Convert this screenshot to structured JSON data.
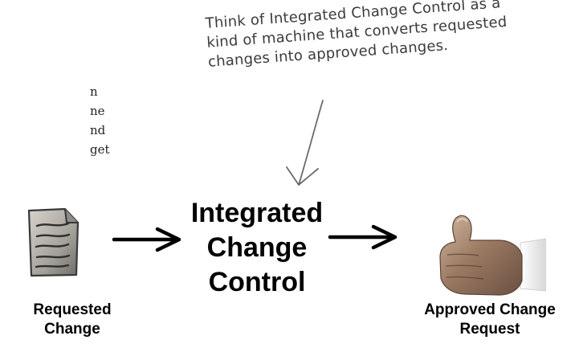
{
  "body_fragment": {
    "lines": [
      "n",
      "ne",
      "nd",
      "get"
    ]
  },
  "annotation": {
    "lines": [
      "Think of Integrated Change Control as a",
      "kind of machine that converts requested",
      "changes into approved changes."
    ]
  },
  "process": {
    "lines": [
      "Integrated",
      "Change",
      "Control"
    ]
  },
  "requested": {
    "lines": [
      "Requested",
      "Change"
    ]
  },
  "approved": {
    "lines": [
      "Approved Change",
      "Request"
    ]
  },
  "icons": {
    "document": "document-icon",
    "thumb": "thumbs-up-icon"
  }
}
